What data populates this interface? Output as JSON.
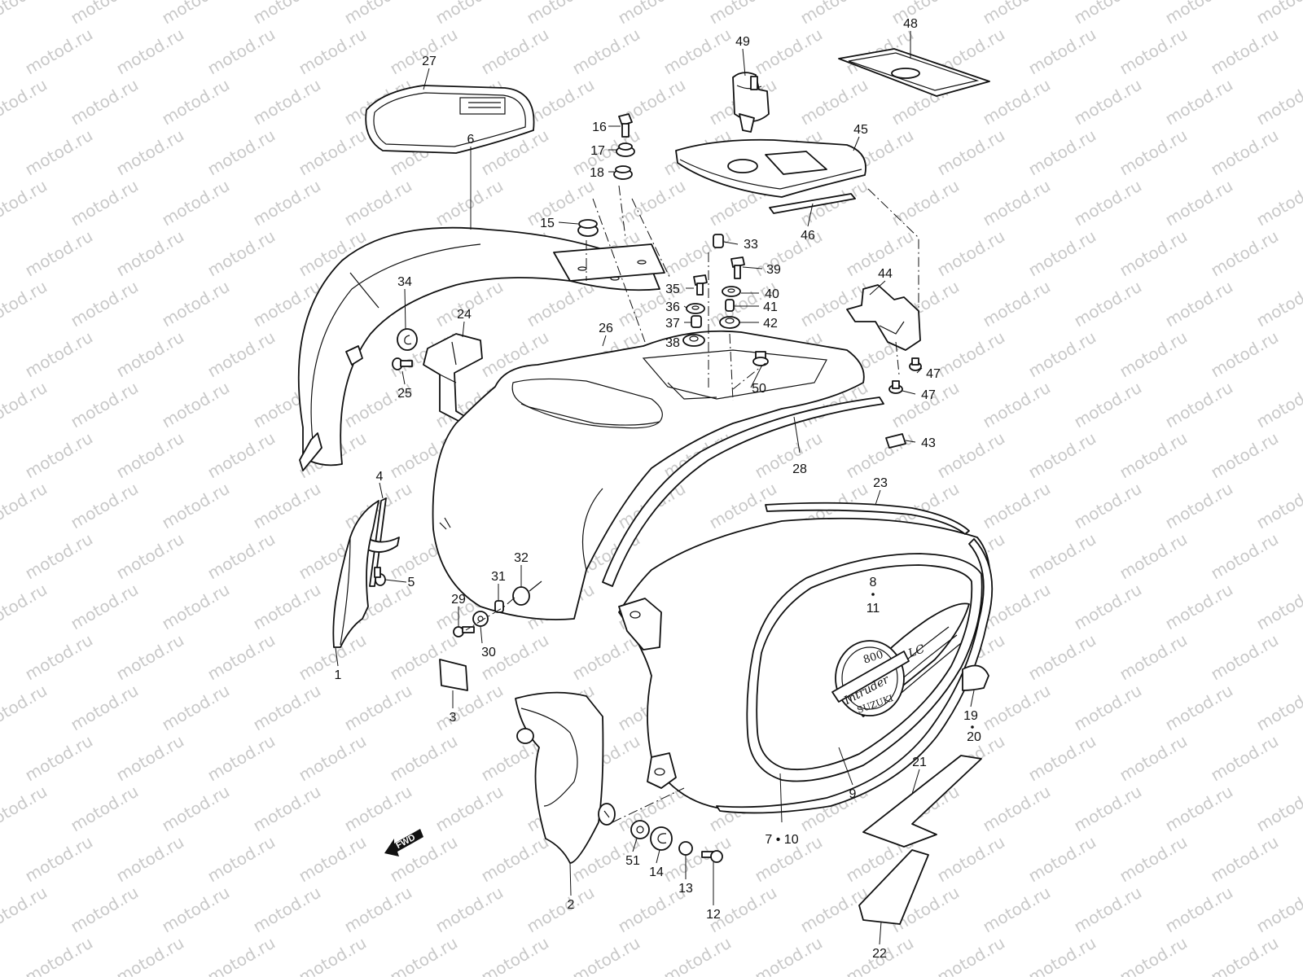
{
  "watermark": "motod.ru",
  "fwd_label": "FWD",
  "emblem_text": {
    "model": "Intruder",
    "engine": "800",
    "variant": "LC",
    "brand": "SUZUKI"
  },
  "labels": [
    {
      "id": "p27",
      "text": "27"
    },
    {
      "id": "p48",
      "text": "48"
    },
    {
      "id": "p49",
      "text": "49"
    },
    {
      "id": "p16",
      "text": "16"
    },
    {
      "id": "p17",
      "text": "17"
    },
    {
      "id": "p18",
      "text": "18"
    },
    {
      "id": "p45",
      "text": "45"
    },
    {
      "id": "p46",
      "text": "46"
    },
    {
      "id": "p6",
      "text": "6"
    },
    {
      "id": "p15",
      "text": "15"
    },
    {
      "id": "p33",
      "text": "33"
    },
    {
      "id": "p39",
      "text": "39"
    },
    {
      "id": "p34",
      "text": "34"
    },
    {
      "id": "p35",
      "text": "35"
    },
    {
      "id": "p40",
      "text": "40"
    },
    {
      "id": "p36",
      "text": "36"
    },
    {
      "id": "p41",
      "text": "41"
    },
    {
      "id": "p44",
      "text": "44"
    },
    {
      "id": "p24",
      "text": "24"
    },
    {
      "id": "p37",
      "text": "37"
    },
    {
      "id": "p42",
      "text": "42"
    },
    {
      "id": "p26",
      "text": "26"
    },
    {
      "id": "p38",
      "text": "38"
    },
    {
      "id": "p47a",
      "text": "47"
    },
    {
      "id": "p25",
      "text": "25"
    },
    {
      "id": "p50",
      "text": "50"
    },
    {
      "id": "p47b",
      "text": "47"
    },
    {
      "id": "p43",
      "text": "43"
    },
    {
      "id": "p28",
      "text": "28"
    },
    {
      "id": "p23",
      "text": "23"
    },
    {
      "id": "p4",
      "text": "4"
    },
    {
      "id": "p5",
      "text": "5"
    },
    {
      "id": "p32",
      "text": "32"
    },
    {
      "id": "p31",
      "text": "31"
    },
    {
      "id": "p8",
      "text": "8"
    },
    {
      "id": "p11",
      "text": "11"
    },
    {
      "id": "p29",
      "text": "29"
    },
    {
      "id": "p30",
      "text": "30"
    },
    {
      "id": "p1",
      "text": "1"
    },
    {
      "id": "p3",
      "text": "3"
    },
    {
      "id": "p19",
      "text": "19"
    },
    {
      "id": "p20",
      "text": "20"
    },
    {
      "id": "p21",
      "text": "21"
    },
    {
      "id": "p9",
      "text": "9"
    },
    {
      "id": "p7_10",
      "text": "7 • 10"
    },
    {
      "id": "p51",
      "text": "51"
    },
    {
      "id": "p14",
      "text": "14"
    },
    {
      "id": "p13",
      "text": "13"
    },
    {
      "id": "p12",
      "text": "12"
    },
    {
      "id": "p2",
      "text": "2"
    },
    {
      "id": "p22",
      "text": "22"
    }
  ]
}
